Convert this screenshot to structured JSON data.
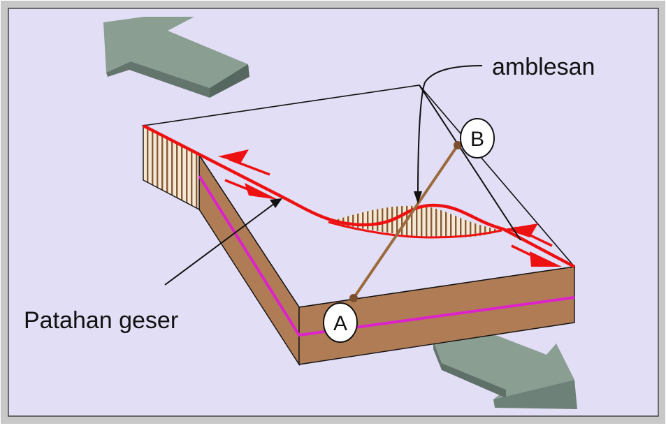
{
  "labels": {
    "subsidence": "amblesan",
    "fault": "Patahan geser"
  },
  "points": {
    "a": "A",
    "b": "B"
  },
  "colors": {
    "background": "#e1def5",
    "block_top": "#e1def5",
    "block_side": "#b07c55",
    "fault_line": "#ee1111",
    "marker_line": "#dd22cc",
    "plate_arrow": "#8a9e92",
    "survey_line": "#9a6a3c"
  },
  "icons": {
    "motion_arrows": "plate-motion-arrow-icon",
    "shear_arrows": "shear-arrow-icon"
  }
}
